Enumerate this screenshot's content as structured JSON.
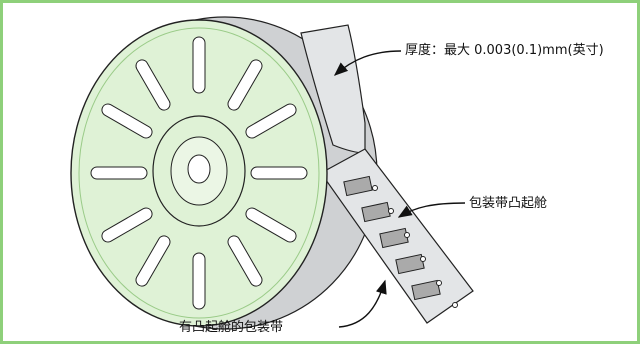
{
  "labels": {
    "thickness": "厚度：最大 0.003(0.1)mm(英寸)",
    "cavity": "包装带凸起舱",
    "carrier_tape": "有凸起舱的包装带"
  },
  "colors": {
    "border": "#8ed07a",
    "reel_face": "#dff2d6",
    "reel_side": "#cfd1d3",
    "tape_fill": "#e3e5e7",
    "cavity_fill": "#aaaaaa",
    "outline": "#222222"
  }
}
